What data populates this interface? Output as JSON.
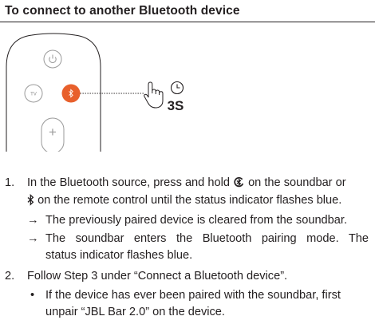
{
  "header": {
    "title": "To connect to another Bluetooth device"
  },
  "illustration": {
    "tv_label": "TV",
    "plus_symbol": "+",
    "hold_time": "3S",
    "accent_color": "#e8602c"
  },
  "steps": [
    {
      "number": "1.",
      "line1_before": "In the Bluetooth source, press and hold",
      "line1_after": "on the soundbar or",
      "line2_after": "on the remote control until the status indicator flashes blue.",
      "results": [
        {
          "arrow": "→",
          "line1": "The previously paired device is cleared from the soundbar."
        },
        {
          "arrow": "→",
          "line1": "The soundbar enters the Bluetooth pairing mode. The",
          "line2": "status indicator flashes blue."
        }
      ]
    },
    {
      "number": "2.",
      "text": "Follow Step 3 under “Connect a Bluetooth device”.",
      "notes": [
        {
          "bullet": "•",
          "line1": "If the device has ever been paired with the soundbar, first",
          "line2": "unpair “JBL Bar 2.0” on the device."
        }
      ]
    }
  ]
}
